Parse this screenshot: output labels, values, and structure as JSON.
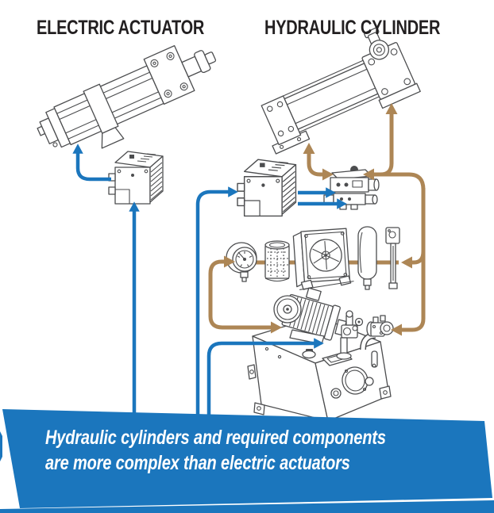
{
  "titles": {
    "electric": "ELECTRIC ACTUATOR",
    "hydraulic": "HYDRAULIC CYLINDER"
  },
  "banner": {
    "line1": "Hydraulic cylinders and required components",
    "line2": "are more complex than electric actuators"
  },
  "colors": {
    "electric_line": "#1b76bd",
    "hydraulic_line": "#ad8655",
    "banner_bg": "#1b76bd",
    "banner_text": "#ffffff",
    "line_art": "#4c4d4f",
    "title_ink": "#221f20"
  },
  "components": [
    {
      "id": "electric-actuator-drawing"
    },
    {
      "id": "actuator-drive-drawing"
    },
    {
      "id": "hydraulic-cylinder-drawing"
    },
    {
      "id": "hydraulic-controller-drawing"
    },
    {
      "id": "directional-valve-drawing"
    },
    {
      "id": "pressure-gauge-drawing"
    },
    {
      "id": "suction-strainer-drawing"
    },
    {
      "id": "heat-exchanger-fan-drawing"
    },
    {
      "id": "accumulator-drawing"
    },
    {
      "id": "level-gauge-drawing"
    },
    {
      "id": "hydraulic-power-unit-drawing"
    }
  ]
}
